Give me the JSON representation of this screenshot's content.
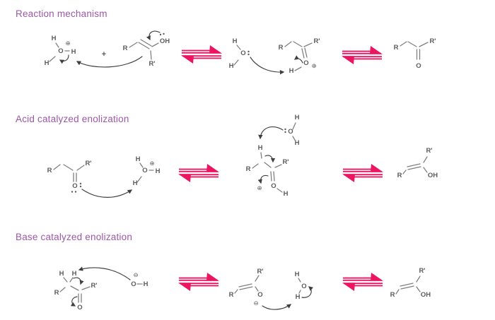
{
  "palette": {
    "pink": "#EB1562",
    "purple": "#9C57A6",
    "ink": "#5B5C5E",
    "bond": "#7F8082",
    "arrow": "#3F3F41",
    "bg": "#FFFFFF"
  },
  "sections": [
    {
      "title": "Reaction mechanism"
    },
    {
      "title": "Acid catalyzed enolization"
    },
    {
      "title": "Base catalyzed enolization"
    }
  ],
  "atoms": {
    "R": "R",
    "Rp": "R'",
    "H": "H",
    "O": "O",
    "OH": "OH",
    "plus": "+",
    "oplus": "⊕",
    "ominus": "⊖"
  }
}
